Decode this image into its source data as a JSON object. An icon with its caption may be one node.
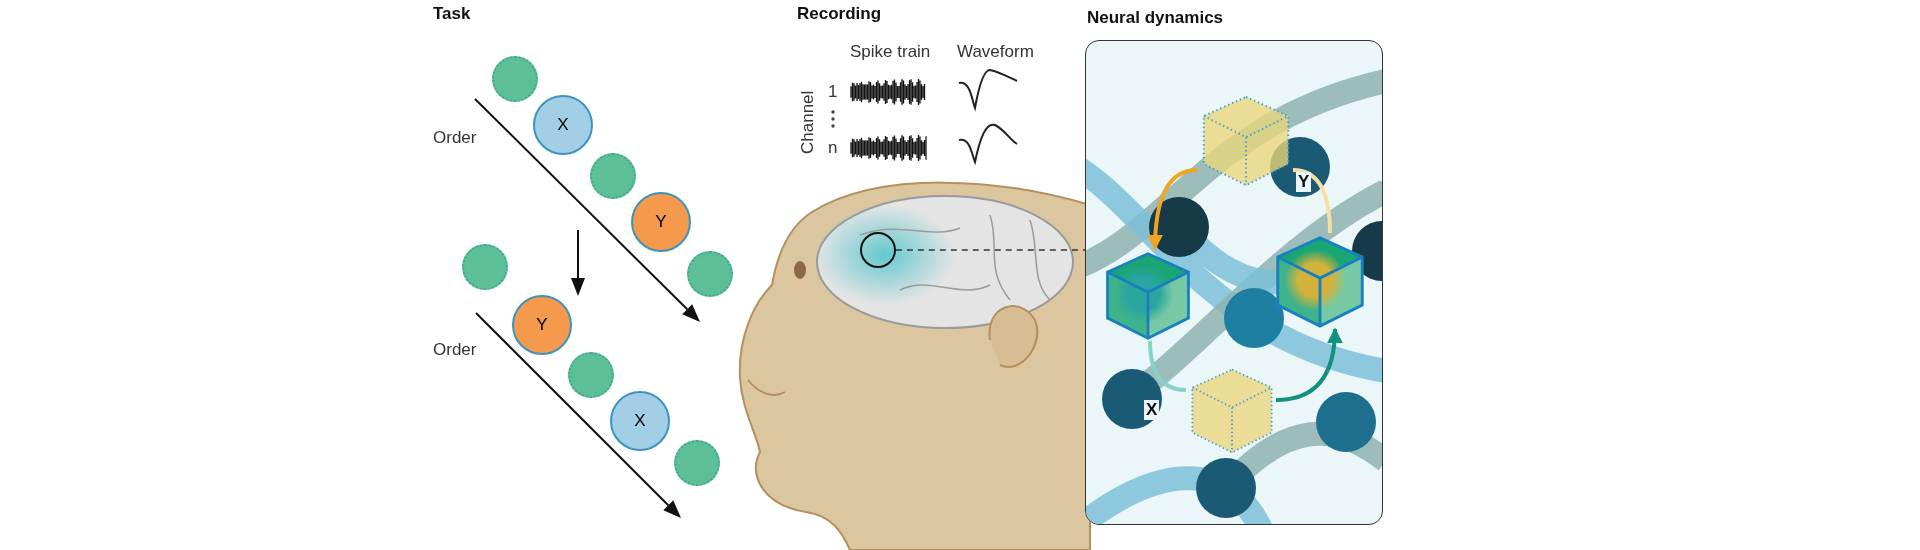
{
  "diagram": {
    "nodes": [
      {
        "text": [],
        "shape": "circle"
      },
      {
        "text": [
          "X"
        ]
      },
      {
        "text": [],
        "shape": "circle"
      },
      {
        "text": [
          "Y"
        ]
      },
      {
        "text": [],
        "shape": "circle"
      },
      {
        "text": [],
        "shape": "circle"
      },
      {
        "text": [
          "Y"
        ]
      },
      {
        "text": [],
        "shape": "circle"
      },
      {
        "text": [
          "X"
        ]
      },
      {
        "text": [],
        "shape": "circle"
      },
      {
        "text": [],
        "shape": "circle"
      },
      {
        "text": [
          "Neural dynamics"
        ]
      },
      {
        "text": [],
        "shape": "cube",
        "in": 11
      },
      {
        "text": [],
        "shape": "cube",
        "in": 11
      },
      {
        "text": [],
        "shape": "cube",
        "in": 11
      },
      {
        "text": [],
        "shape": "cube",
        "in": 11
      }
    ],
    "edges": [
      {
        "from": 10,
        "to": 11,
        "arrow": "none",
        "style": "dashed",
        "color": "#333333"
      },
      {
        "from": 12,
        "to": 13,
        "arrow": "to",
        "color": "#f0a424"
      },
      {
        "from": 12,
        "to": 14,
        "arrow": "none",
        "color": "#f6dfa4",
        "label": "Y"
      },
      {
        "from": 13,
        "to": 15,
        "arrow": "none",
        "color": "#86d3c6",
        "label": "X"
      },
      {
        "from": 15,
        "to": 14,
        "arrow": "to",
        "color": "#14907f"
      }
    ],
    "labels": [
      "Task",
      "Order",
      "Order",
      "Recording",
      "Spike train",
      "Waveform",
      "Channel",
      "1",
      "n"
    ]
  }
}
